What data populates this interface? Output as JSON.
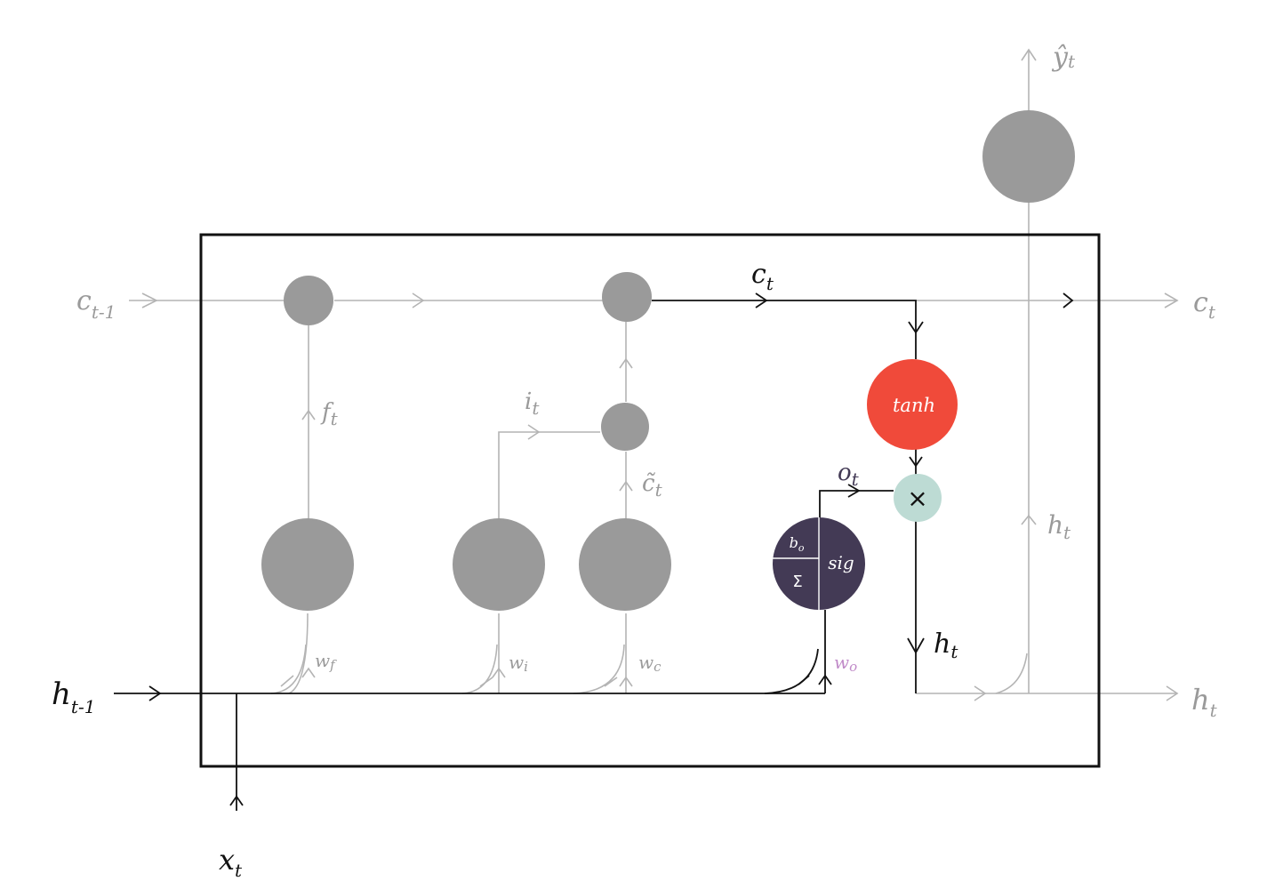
{
  "colors": {
    "gray": "#9a9a9a",
    "line_gray": "#b4b4b4",
    "black": "#111111",
    "red": "#f04a3a",
    "teal": "#bddbd4",
    "purple_dark": "#433a55",
    "purple_label": "#c08ac8"
  },
  "labels": {
    "c_prev": {
      "main": "c",
      "sub": "t-1"
    },
    "c_t_inner": {
      "main": "c",
      "sub": "t"
    },
    "c_t_out": {
      "main": "c",
      "sub": "t"
    },
    "y_hat": {
      "main": "ŷ",
      "sub": "t"
    },
    "f_t": {
      "main": "f",
      "sub": "t"
    },
    "i_t": {
      "main": "i",
      "sub": "t"
    },
    "c_tilde": {
      "main": "c̃",
      "sub": "t"
    },
    "o_t": {
      "main": "o",
      "sub": "t"
    },
    "h_prev": {
      "main": "h",
      "sub": "t-1"
    },
    "x_t": {
      "main": "x",
      "sub": "t"
    },
    "h_t_inner": {
      "main": "h",
      "sub": "t"
    },
    "h_t_up": {
      "main": "h",
      "sub": "t"
    },
    "h_t_out": {
      "main": "h",
      "sub": "t"
    },
    "w_f": {
      "main": "w",
      "sub": "f"
    },
    "w_i": {
      "main": "w",
      "sub": "i"
    },
    "w_c": {
      "main": "w",
      "sub": "c"
    },
    "w_o": {
      "main": "w",
      "sub": "o"
    }
  },
  "nodes": {
    "tanh": "tanh",
    "multiply": "×",
    "sigmoid": {
      "bias": "b",
      "bias_sub": "o",
      "sum": "Σ",
      "fn": "sig"
    }
  }
}
